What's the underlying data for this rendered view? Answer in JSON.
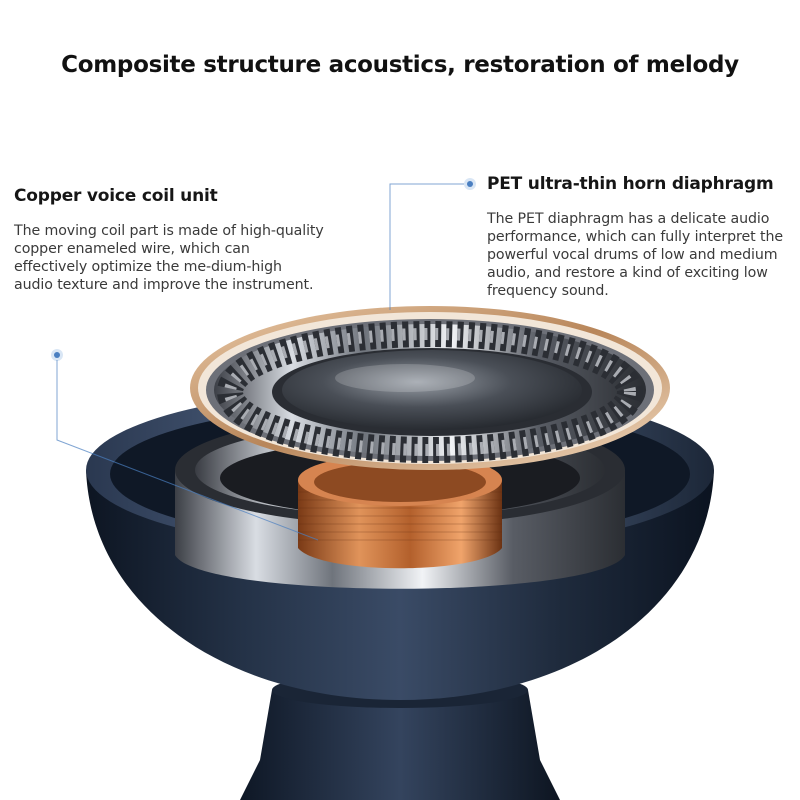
{
  "headline": "Composite structure acoustics, restoration of melody",
  "callouts": {
    "left": {
      "title": "Copper voice coil unit",
      "body": "The moving coil part is made of high-quality copper enameled wire, which can effectively optimize the me-dium-high audio texture and improve the instrument."
    },
    "right": {
      "title": "PET ultra-thin horn diaphragm",
      "body": "The PET diaphragm has a delicate audio performance, which can fully interpret the powerful vocal drums of low and medium audio, and restore a kind of exciting low frequency sound."
    }
  },
  "colors": {
    "shell": "#1f2a3c",
    "copper": "#c8733a",
    "leader_line": "#4a7fc1"
  }
}
